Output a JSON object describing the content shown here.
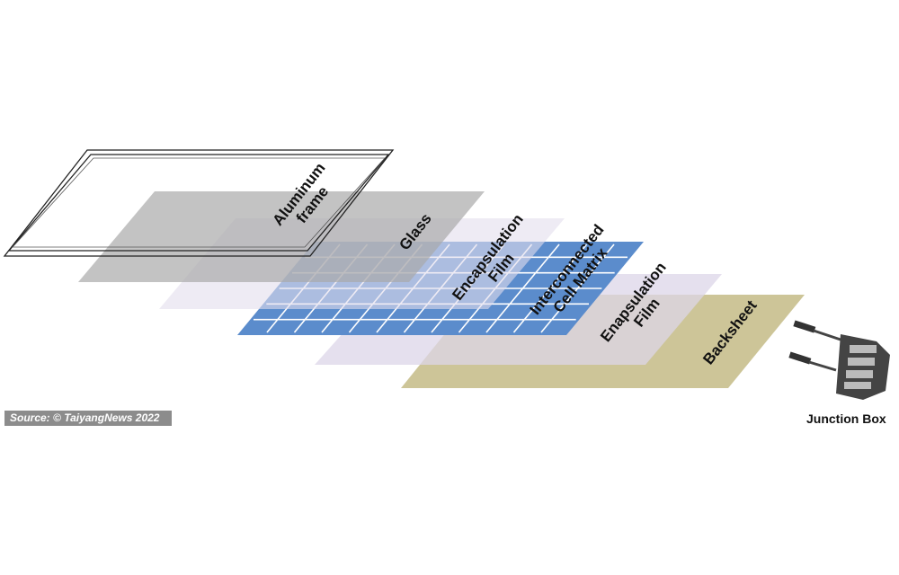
{
  "layers": [
    {
      "name": "Aluminum frame",
      "line1": "Aluminum",
      "line2": "frame"
    },
    {
      "name": "Glass",
      "line1": "Glass"
    },
    {
      "name": "Encapsulation Film",
      "line1": "Encapsulation",
      "line2": "Film"
    },
    {
      "name": "Interconnected Cell Matrix",
      "line1": "Interconnected",
      "line2": "Cell Matrix"
    },
    {
      "name": "Enapsulation Film",
      "line1": "Enapsulation",
      "line2": "Film"
    },
    {
      "name": "Backsheet",
      "line1": "Backsheet"
    }
  ],
  "junction_box": "Junction Box",
  "source": "Source: © TaiyangNews 2022",
  "colors": {
    "glass": "#a9a9a9",
    "film": "#e2ddec",
    "cells": "#5b8ccc",
    "backsheet": "#cdc598",
    "frame": "#222222"
  }
}
